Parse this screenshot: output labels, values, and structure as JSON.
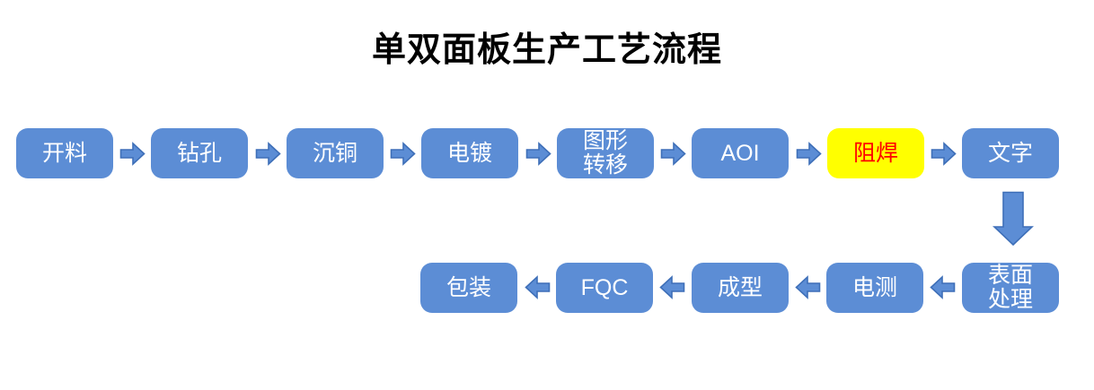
{
  "title": "单双面板生产工艺流程",
  "colors": {
    "title_color": "#000000",
    "node_fill": "#5C8DD5",
    "node_text": "#FFFFFF",
    "arrow_fill": "#5C8DD5",
    "arrow_stroke": "#3E6FB8",
    "highlight_fill": "#FFFF00",
    "highlight_text": "#FF0000"
  },
  "flow": {
    "row1": [
      {
        "label": "开料"
      },
      {
        "label": "钻孔"
      },
      {
        "label": "沉铜"
      },
      {
        "label": "电镀"
      },
      {
        "label": "图形\n转移"
      },
      {
        "label": "AOI"
      },
      {
        "label": "阻焊",
        "highlight": true
      },
      {
        "label": "文字"
      }
    ],
    "row2": [
      {
        "label": "表面\n处理"
      },
      {
        "label": "电测"
      },
      {
        "label": "成型"
      },
      {
        "label": "FQC"
      },
      {
        "label": "包装"
      }
    ]
  }
}
